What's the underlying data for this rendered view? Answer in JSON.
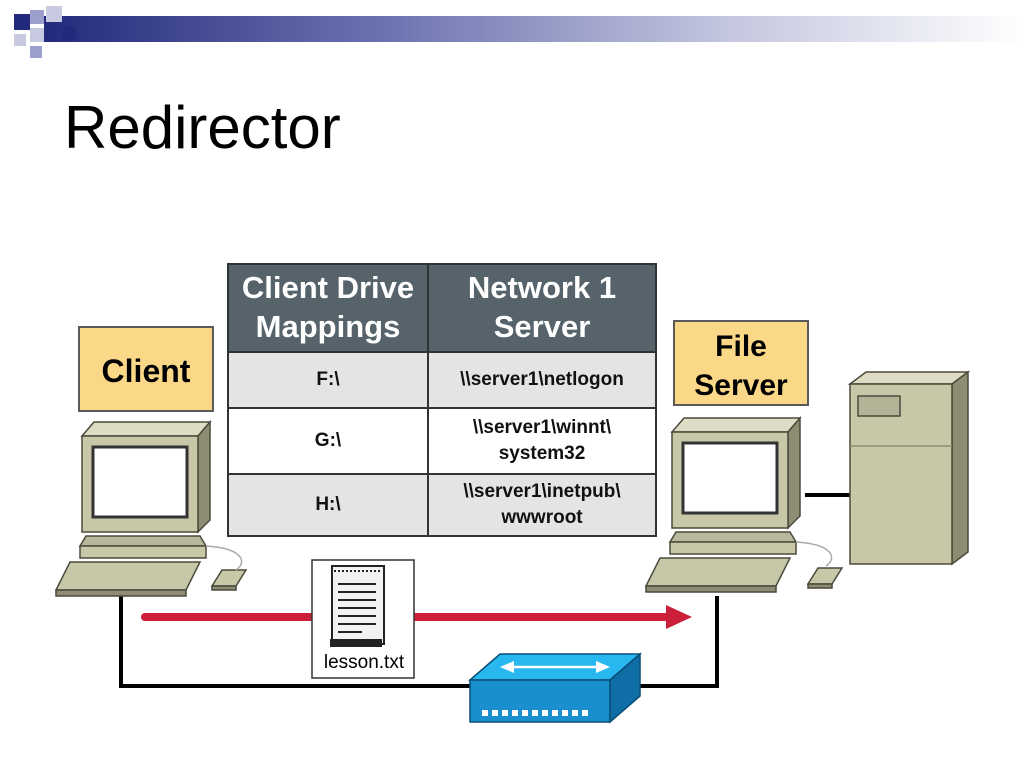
{
  "title": "Redirector",
  "client_label": "Client",
  "server_label_line1": "File",
  "server_label_line2": "Server",
  "mapping_table": {
    "header_col1_line1": "Client Drive",
    "header_col1_line2": "Mappings",
    "header_col2_line1": "Network 1",
    "header_col2_line2": "Server",
    "rows": [
      {
        "drive": "F:\\",
        "path_line1": "\\\\server1\\netlogon",
        "path_line2": ""
      },
      {
        "drive": "G:\\",
        "path_line1": "\\\\server1\\winnt\\",
        "path_line2": "system32"
      },
      {
        "drive": "H:\\",
        "path_line1": "\\\\server1\\inetpub\\",
        "path_line2": "wwwroot"
      }
    ]
  },
  "file_label": "lesson.txt",
  "colors": {
    "title_bar": "#232a7c",
    "label_fill": "#fad887",
    "table_header": "#56636b",
    "arrow": "#cc1f3a",
    "hub": "#1aa3e0",
    "computer": "#c8c8a8"
  },
  "icons": [
    "client-computer-icon",
    "file-server-icon",
    "server-tower-icon",
    "document-icon",
    "network-hub-icon",
    "data-flow-arrow"
  ]
}
